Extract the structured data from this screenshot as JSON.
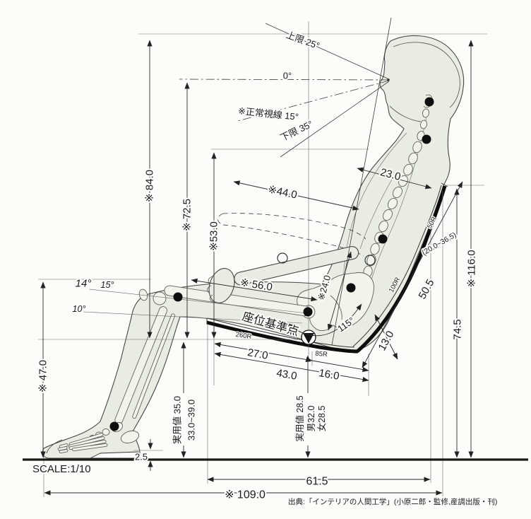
{
  "scale": "SCALE:1/10",
  "source": "出典:「インテリアの人間工学」(小原二郎・監修,産調出版・刊)",
  "sight": {
    "upper": "上限 25°",
    "level": "0°",
    "normal": "※正常視線 15°",
    "lower": "下限 35°"
  },
  "angles": {
    "knee_14": "14°",
    "knee_15": "15°",
    "knee_10": "10°",
    "hip": "115°"
  },
  "chair": {
    "reference_point": "座位基準点",
    "seat_front_radius": "260R",
    "seat_rear_radius": "85R",
    "back_lower_radius": "100R",
    "back_upper_radius": "50R",
    "back_height_range": "(20.0~36.5)"
  },
  "dims": {
    "head_top": "※ 84.0",
    "eye_level": "※ 72.5",
    "shoulder": "※53.0",
    "knee": "※ 47.0",
    "overall_height": "※ 116.0",
    "back_top": "74.5",
    "head_depth": "23.0",
    "upper_reach": "※44.0",
    "hand_reach": "※ 56.0",
    "lumbar": "※24.0",
    "back_length": "50.5",
    "back_offset": "13.0",
    "seat_front": "27.0",
    "seat_rear": "16.0",
    "seat_depth": "43.0",
    "heel": "2.5",
    "seat_span": "61.5",
    "overall_span": "※ 109.0",
    "seat_height": "実用値 35.0",
    "seat_height_range": "33.0~39.0",
    "rear_height": "実用値 28.5",
    "rear_height_male": "男32.0",
    "rear_height_female": "女28.5"
  }
}
